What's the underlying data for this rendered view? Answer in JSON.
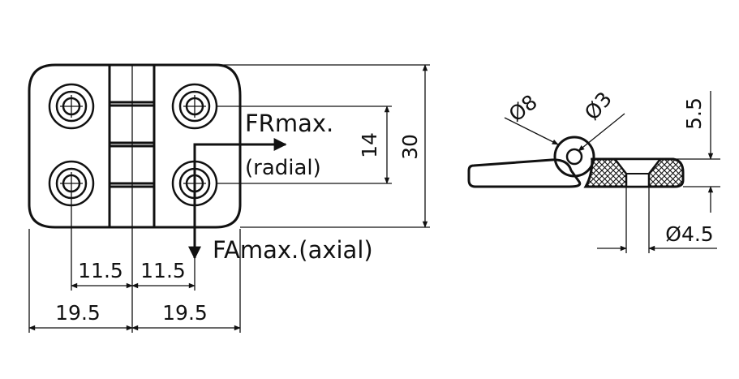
{
  "front_view": {
    "dim_width_half_left": "19.5",
    "dim_width_half_right": "19.5",
    "dim_hole_left": "11.5",
    "dim_hole_right": "11.5",
    "dim_height": "30",
    "dim_hole_spacing": "14"
  },
  "loads": {
    "radial_label": "FRmax.",
    "radial_sub": "(radial)",
    "axial_label": "FAmax.(axial)"
  },
  "side_view": {
    "dim_outer_dia": "Ø8",
    "dim_pin_dia": "Ø3",
    "dim_thickness": "5.5",
    "dim_hole_dia": "Ø4.5"
  }
}
